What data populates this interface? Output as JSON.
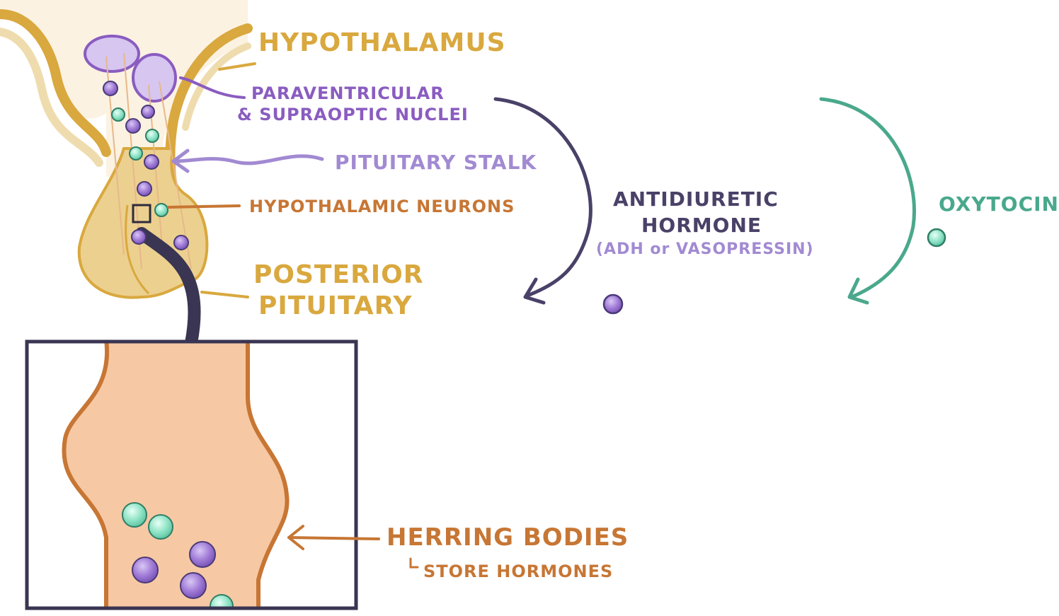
{
  "labels": {
    "hypothalamus": "HYPOTHALAMUS",
    "nuclei_line1": "PARAVENTRICULAR",
    "nuclei_line2": "& SUPRAOPTIC NUCLEI",
    "stalk": "PITUITARY STALK",
    "neurons": "HYPOTHALAMIC NEURONS",
    "posterior_line1": "POSTERIOR",
    "posterior_line2": "PITUITARY",
    "adh_line1": "ANTIDIURETIC",
    "adh_line2": "HORMONE",
    "adh_alt": "(ADH or VASOPRESSIN)",
    "oxytocin": "OXYTOCIN",
    "herring": "HERRING BODIES",
    "herring_note": "STORE HORMONES"
  },
  "colors": {
    "gold": "#d9a83e",
    "purple_hormone": "#a07ad6",
    "teal_hormone": "#8fe3c6",
    "navy": "#4a4168",
    "teal": "#4aa88c",
    "brown": "#c77634",
    "peach": "#f7c8a4"
  }
}
